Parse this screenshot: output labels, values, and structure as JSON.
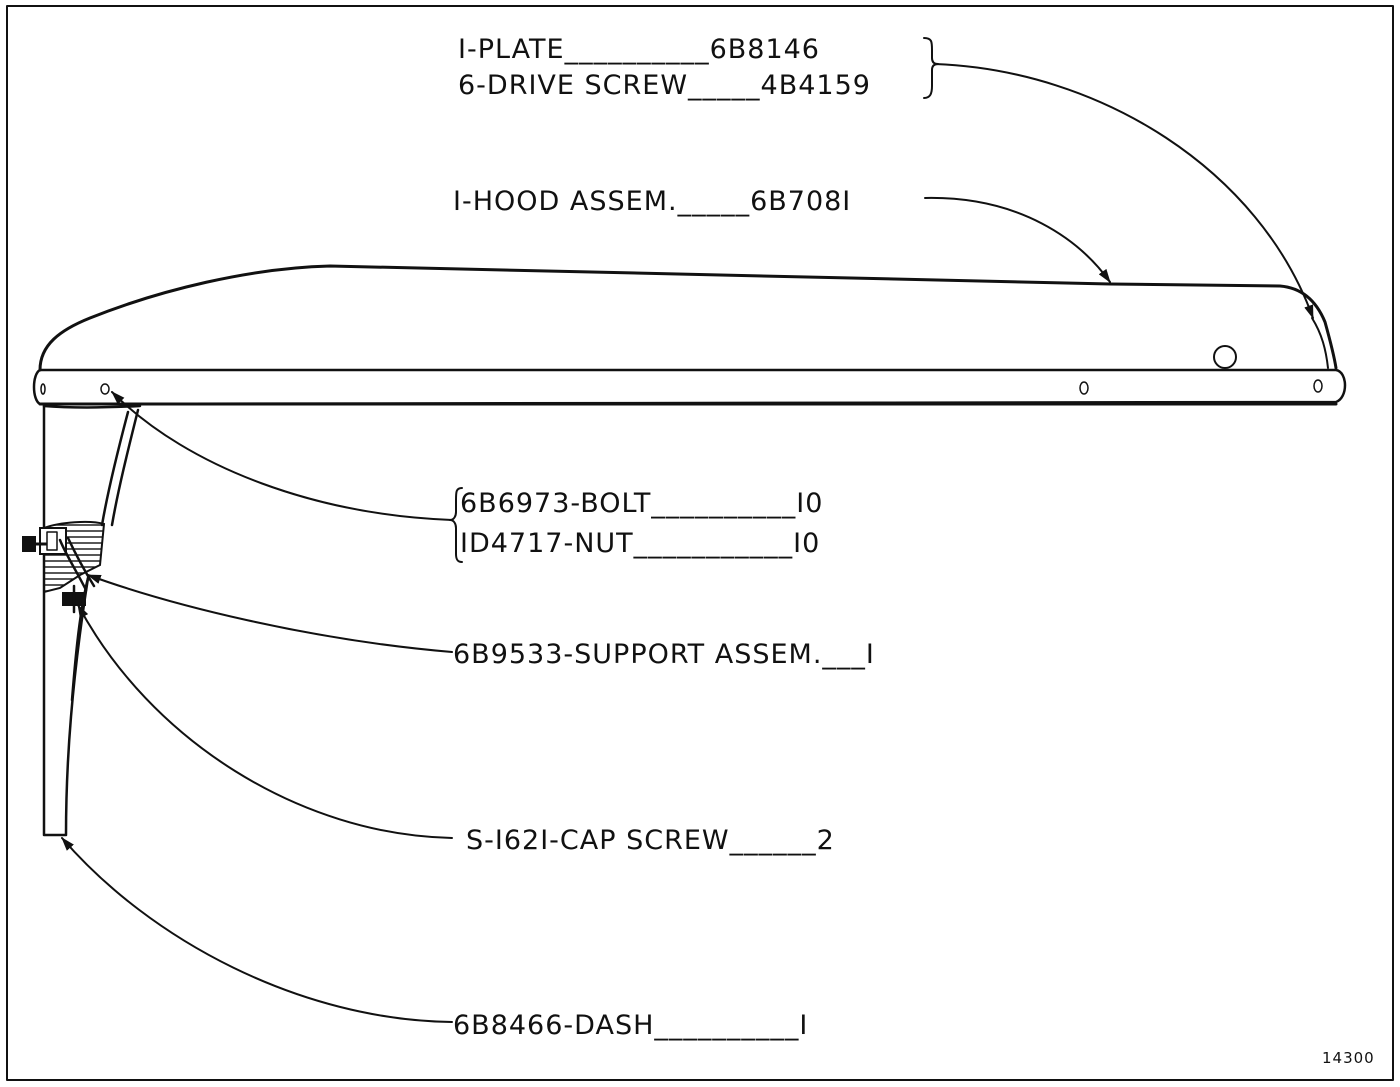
{
  "labels": {
    "plate": "I-PLATE__________6B8146",
    "drive_screw": "6-DRIVE SCREW_____4B4159",
    "hood": "I-HOOD ASSEM._____6B708I",
    "bolt": "6B6973-BOLT__________I0",
    "nut": "ID4717-NUT___________I0",
    "support": "6B9533-SUPPORT ASSEM.___I",
    "cap_screw": "S-I62I-CAP SCREW______2",
    "dash": "6B8466-DASH__________I"
  },
  "figure_number": "14300",
  "colors": {
    "ink": "#111111",
    "paper": "#ffffff"
  }
}
